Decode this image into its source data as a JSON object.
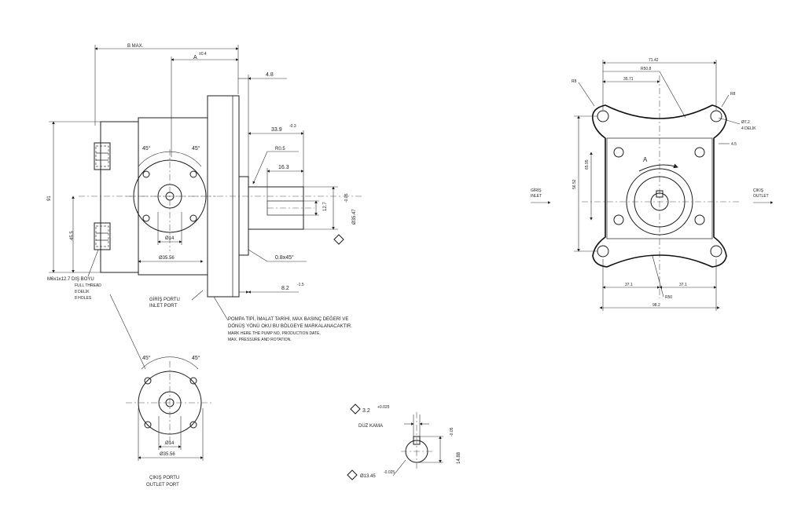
{
  "front_view": {
    "top_dim": "B MAX.",
    "dim_a": "A",
    "dim_a_tol": "±0.4",
    "dim_48": "4.8",
    "dim_339": "33.9",
    "dim_339_tol": "-0.3",
    "dim_r05": "R0.5",
    "dim_163": "16.3",
    "dim_127": "12.7",
    "dim_shaft": "Ø35.47",
    "dim_shaft_tol": "-0.05",
    "dim_chamfer": "0.8x45°",
    "dim_82": "8.2",
    "dim_82_tol": "-1.5",
    "left_height": "91",
    "dim_455": "45.5",
    "angle_left": "45°",
    "angle_right": "45°",
    "bolt_spacing": "Ø14",
    "port_dia": "Ø35.56",
    "thread_note_1": "M6x1x12.7 DIŞ BOYU",
    "thread_note_2": "FULL THREAD",
    "thread_note_3": "8 DELİK",
    "thread_note_4": "8 HOLES",
    "inlet_tr": "GİRİŞ PORTU",
    "inlet_en": "INLET PORT",
    "mark_tr_1": "POMPA TİPİ, İMALAT TARİHİ, MAX BASINÇ DEĞERİ VE",
    "mark_tr_2": "DÖNÜŞ YÖNÜ OKU BU BÖLGEYE MARKALANACAKTIR.",
    "mark_en_1": "MARK HERE THE PUMP NO, PRODUCTION DATE,",
    "mark_en_2": "MAX. PRESSURE AND ROTATION."
  },
  "outlet_view": {
    "angle_left": "45°",
    "angle_right": "45°",
    "bolt_spacing": "Ø14",
    "port_dia": "Ø35.56",
    "outlet_tr": "ÇIKIŞ PORTU",
    "outlet_en": "OUTLET PORT"
  },
  "key_detail": {
    "key_size": "3.2",
    "key_tol": "+0.025",
    "key_title": "DÜZ KAMA",
    "height": "14.88",
    "height_tol": "-0.05",
    "dia": "Ø13.45",
    "dia_tol": "-0.025"
  },
  "flange_view": {
    "top_width": "71.42",
    "r508": "R50.8",
    "dim_3571": "35.71",
    "r8_left": "R8",
    "r8_right": "R8",
    "hole_dia": "Ø7.2",
    "hole_count": "4 DELİK",
    "dim_45": "4.5",
    "height_6595": "65.95",
    "height_5652": "56.52",
    "rotation": "A",
    "inlet_tr": "GİRİŞ",
    "inlet_en": "INLET",
    "outlet_tr": "ÇIKIŞ",
    "outlet_en": "OUTLET",
    "bottom_left": "37.1",
    "bottom_right": "37.1",
    "r50b": "R50",
    "bottom_total": "98.2"
  }
}
